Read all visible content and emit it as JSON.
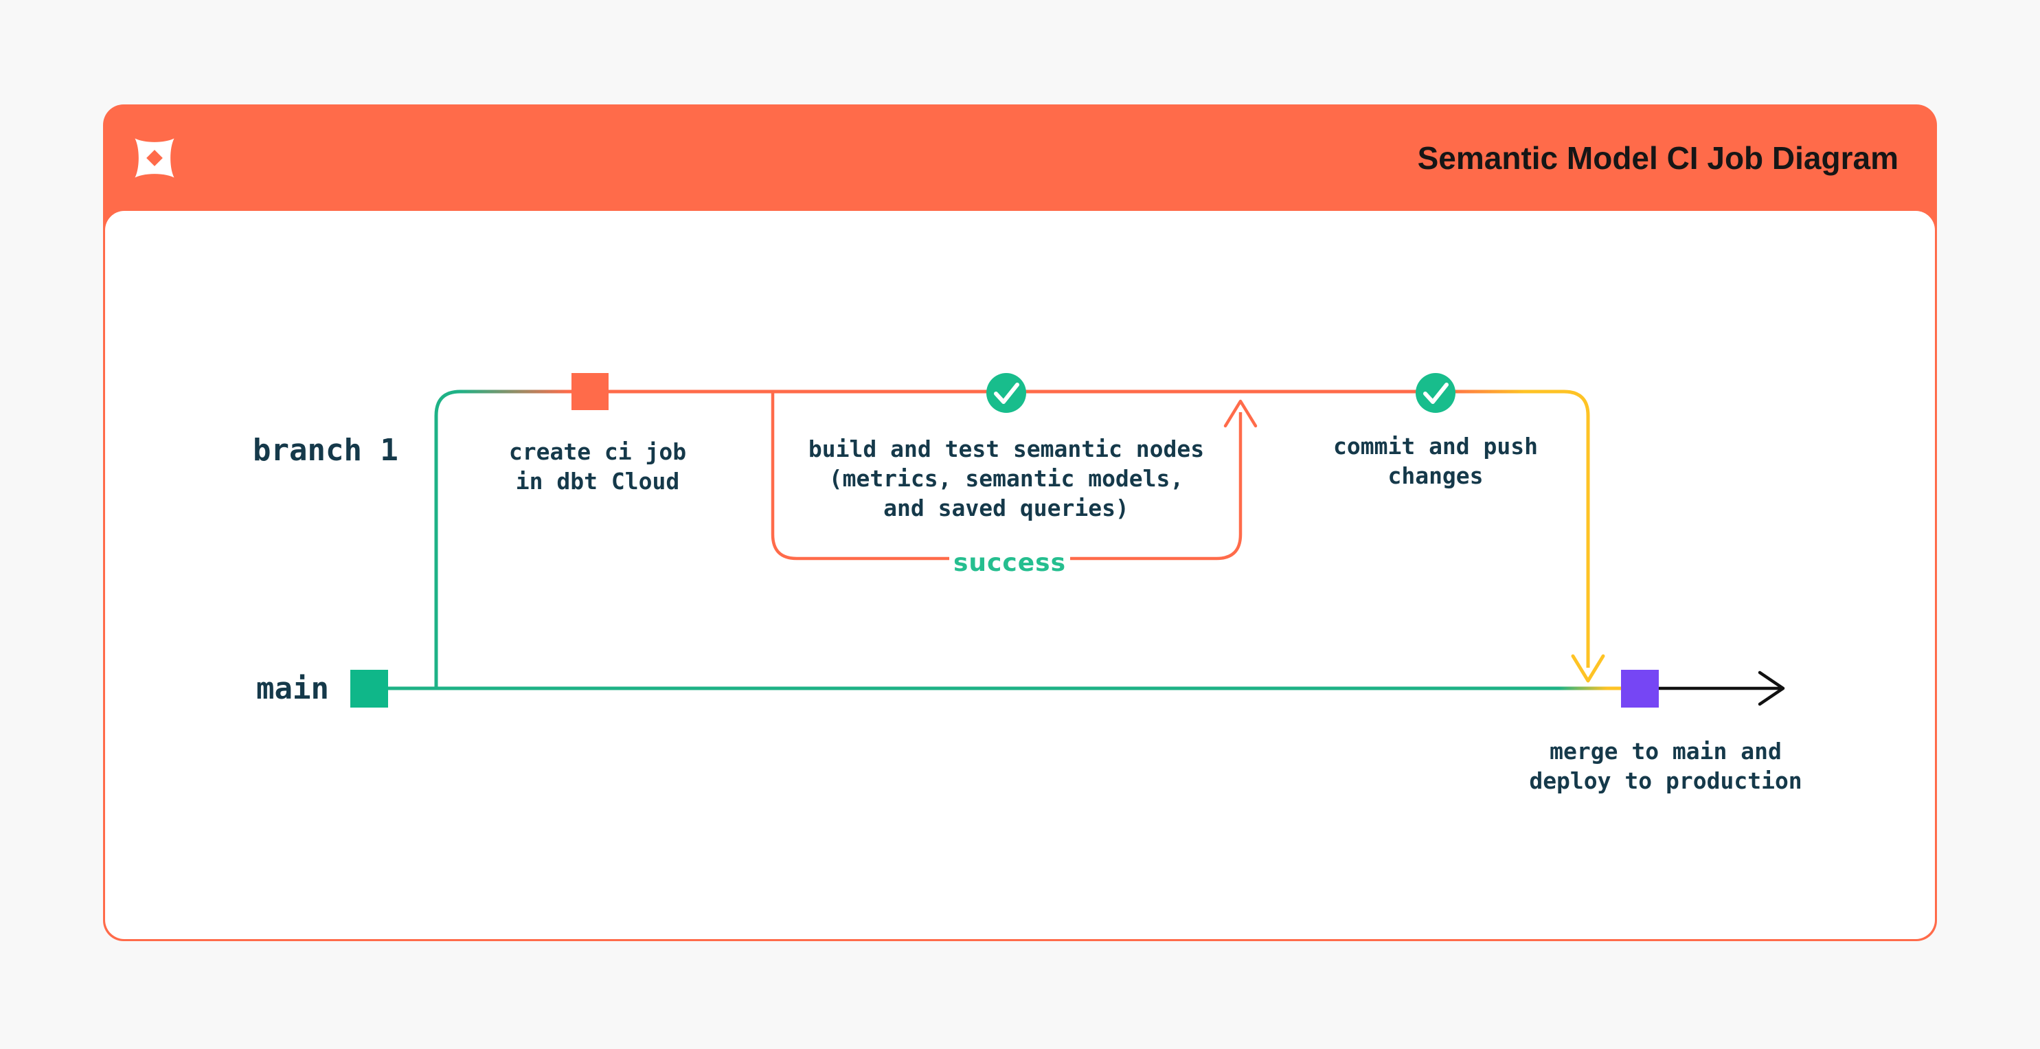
{
  "header": {
    "title": "Semantic Model CI Job Diagram",
    "logo": "dbt-logo"
  },
  "diagram": {
    "branch_label": "branch 1",
    "main_label": "main",
    "success_label": "success",
    "nodes": {
      "create_ci": {
        "line1": "create ci job",
        "line2": "in dbt Cloud"
      },
      "build_test": {
        "line1": "build and test semantic nodes",
        "line2": "(metrics, semantic models,",
        "line3": "and saved queries)"
      },
      "commit_push": {
        "line1": "commit and push",
        "line2": "changes"
      },
      "merge": {
        "line1": "merge to main and",
        "line2": "deploy to production"
      }
    }
  },
  "colors": {
    "orange": "#FF6B4A",
    "teal": "#1EB286",
    "green_square": "#0FB789",
    "circle_green": "#18BD8C",
    "yellow": "#FEC325",
    "purple": "#7646F4",
    "black_arrow": "#111111",
    "check_white": "#FFFFFF",
    "text_dark": "#15394A",
    "title_text": "#161616",
    "card_bg": "#FFFFFF",
    "page_bg": "#F8F8F8"
  }
}
